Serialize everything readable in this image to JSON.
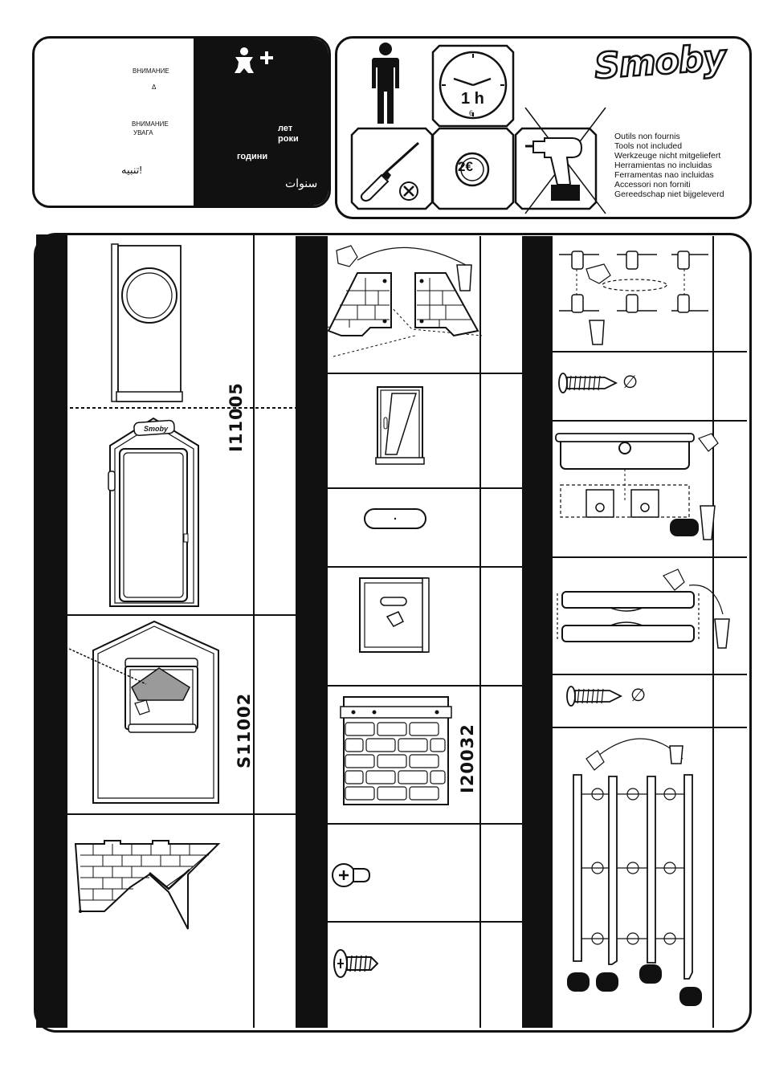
{
  "warning_box": {
    "left_lines": [
      "ВНИМАНИЕ",
      "Δ",
      "ВНИМАНИЕ",
      "УВАГА",
      "تنبيه!"
    ],
    "age_words": [
      "лет",
      "роки",
      "години",
      "سنوات"
    ],
    "age_icon": "child-plus-icon"
  },
  "info_box": {
    "duration_label": "1 h",
    "clock_small": "6",
    "cost_label": "2€",
    "brand": "Smoby",
    "tools_not_included": [
      "Outils non  fournis",
      "Tools not included",
      "Werkzeuge nicht mitgeliefert",
      "Herramientas no incluidas",
      "Ferramentas nao incluidas",
      "Accessori non forniti",
      "Gereedschap niet bijgeleverd"
    ]
  },
  "parts": {
    "ref_house_panel": "I11005",
    "ref_side_panel": "S11002",
    "ref_brick_panel": "I20032",
    "door_logo": "Smoby",
    "diameter_symbol": "∅"
  },
  "colors": {
    "ink": "#111111",
    "background": "#ffffff",
    "shade": "#9a9a9a"
  }
}
